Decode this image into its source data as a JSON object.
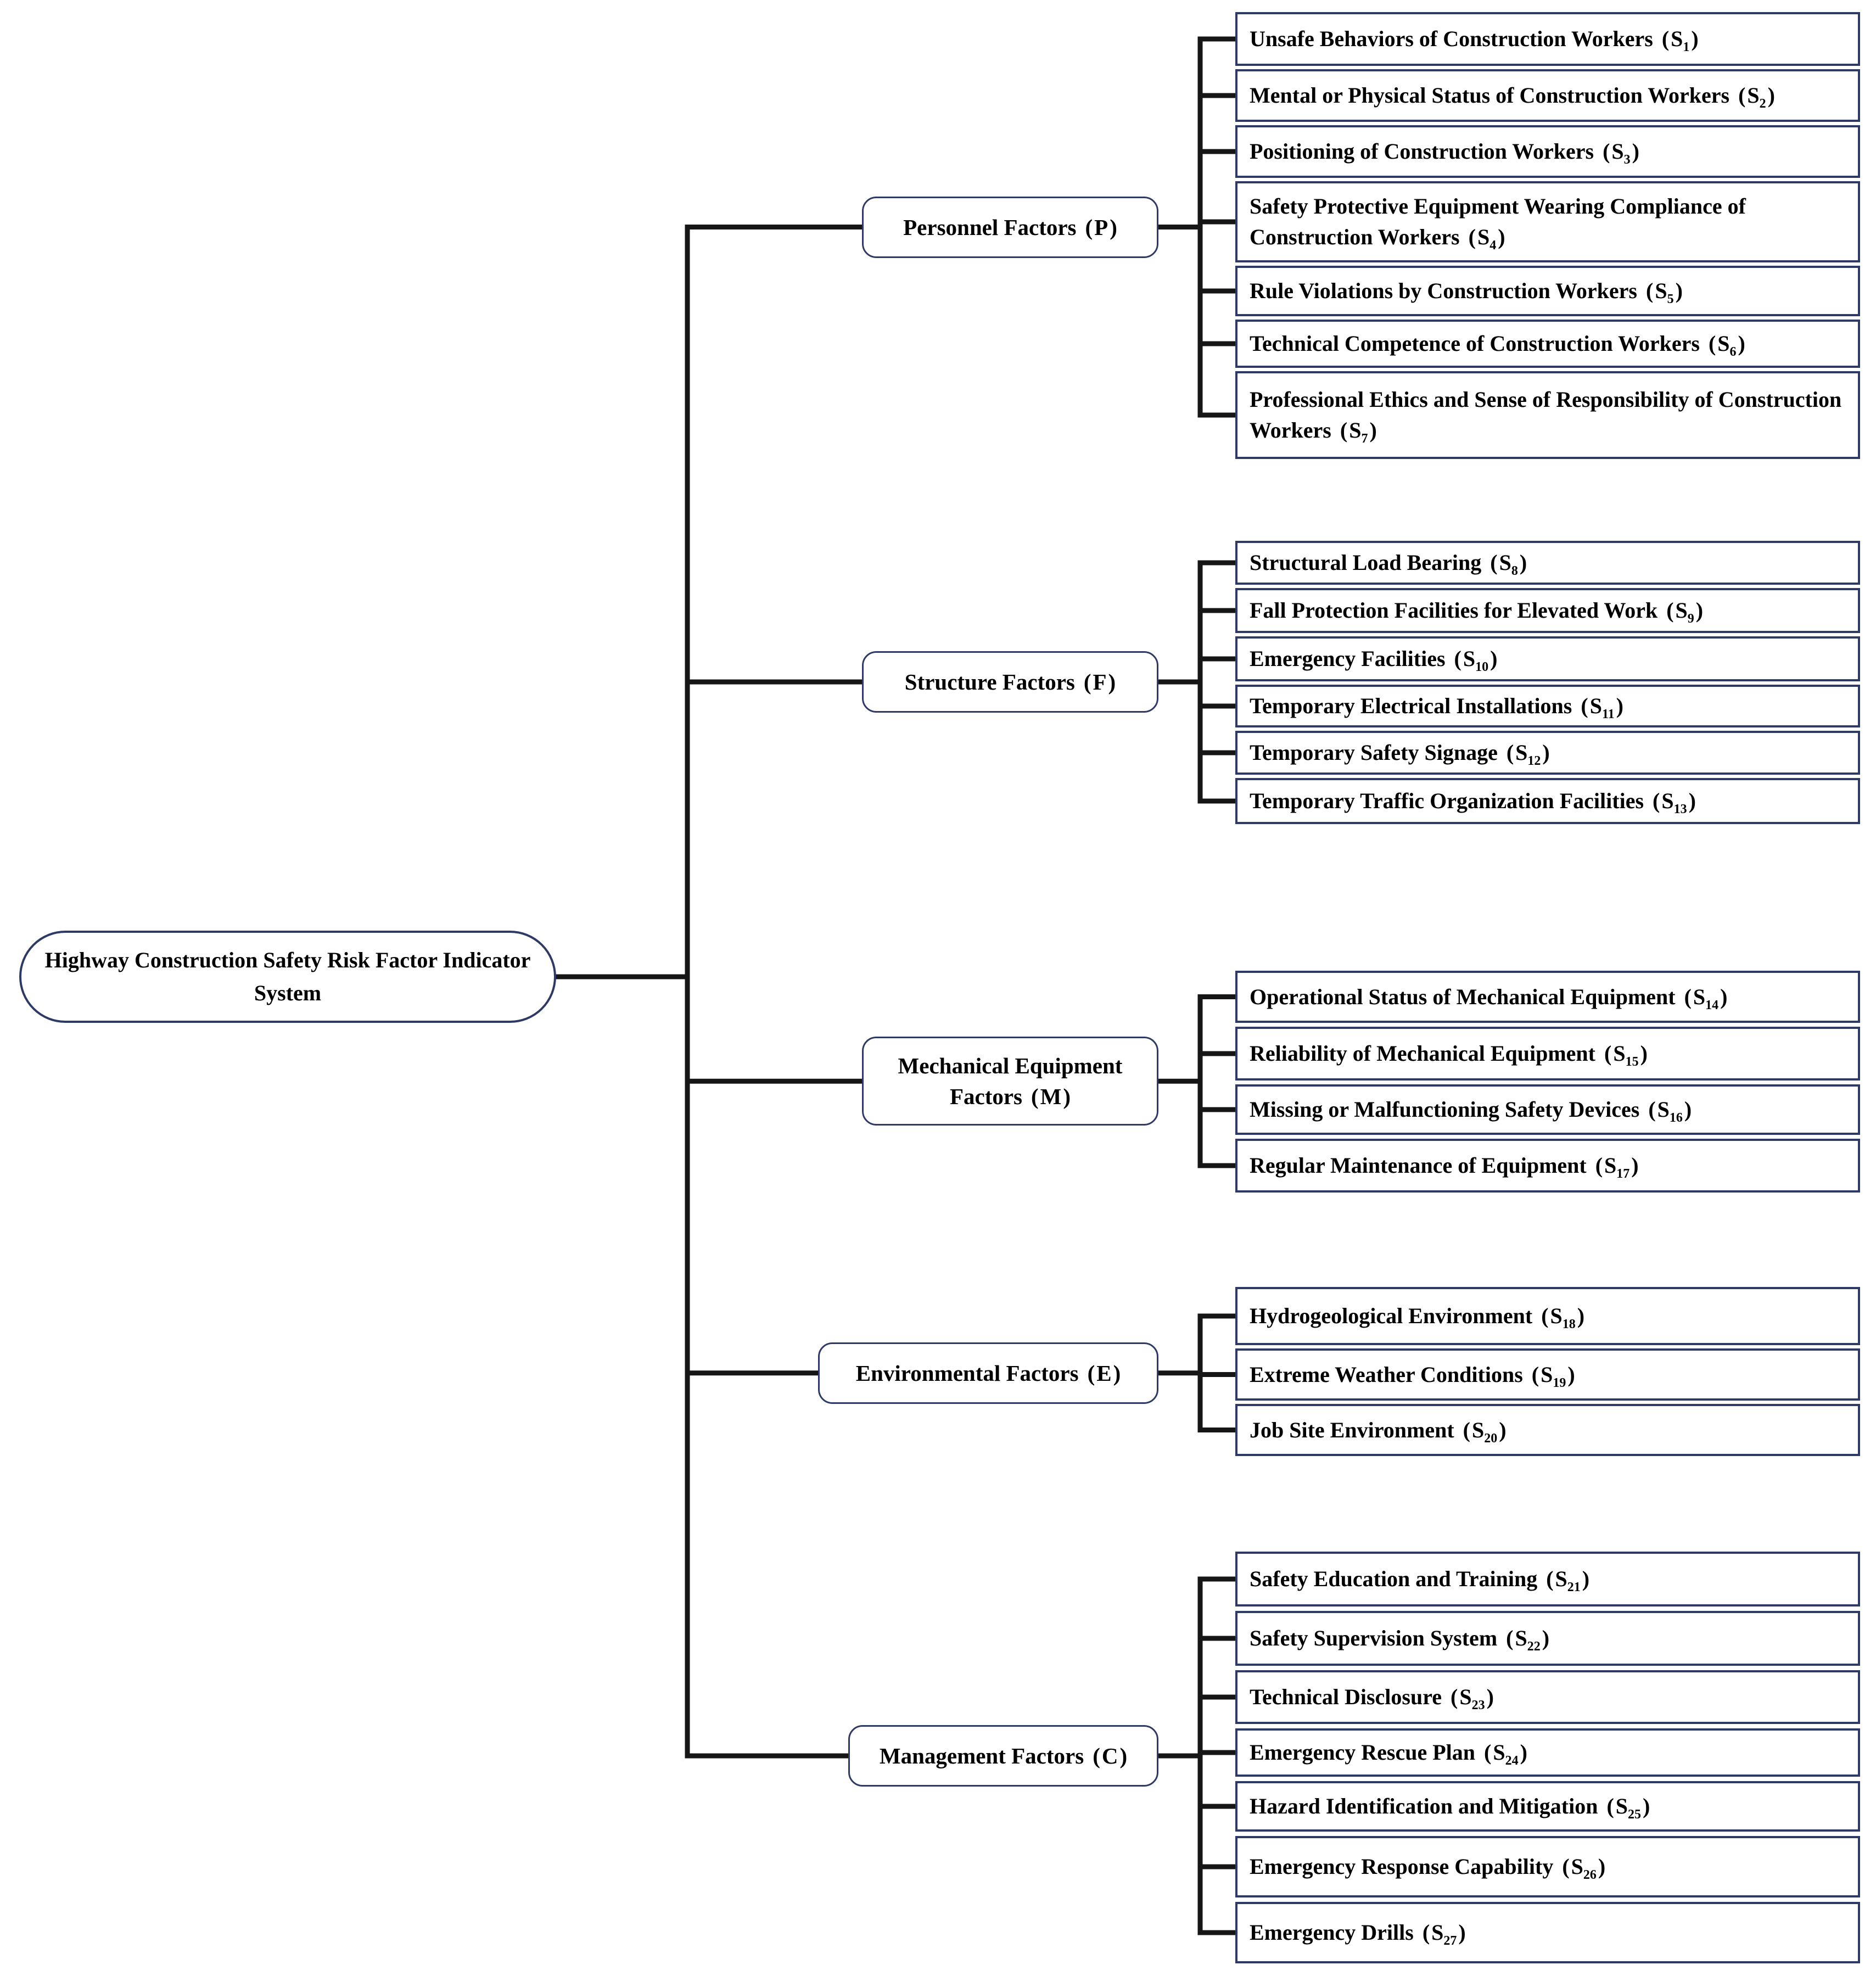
{
  "diagram": {
    "root": {
      "label": "Highway Construction Safety Risk Factor Indicator System"
    },
    "item_code": {
      "open_paren": "（",
      "letter": "S",
      "close_paren": "）"
    },
    "groups": [
      {
        "category": "Personnel Factors",
        "code": "P",
        "items": [
          {
            "label": "Unsafe Behaviors of Construction Workers",
            "sub": "1"
          },
          {
            "label": "Mental or Physical Status of Construction Workers",
            "sub": "2"
          },
          {
            "label": "Positioning of Construction Workers",
            "sub": "3"
          },
          {
            "label": "Safety Protective Equipment Wearing Compliance of Construction Workers",
            "sub": "4"
          },
          {
            "label": "Rule Violations by Construction Workers",
            "sub": "5"
          },
          {
            "label": "Technical Competence of Construction Workers",
            "sub": "6"
          },
          {
            "label": "Professional Ethics and Sense of Responsibility of Construction Workers",
            "sub": "7"
          }
        ]
      },
      {
        "category": "Structure Factors",
        "code": "F",
        "items": [
          {
            "label": "Structural Load Bearing",
            "sub": "8"
          },
          {
            "label": "Fall Protection Facilities for Elevated Work",
            "sub": "9"
          },
          {
            "label": "Emergency Facilities",
            "sub": "10"
          },
          {
            "label": "Temporary Electrical Installations",
            "sub": "11"
          },
          {
            "label": "Temporary Safety Signage",
            "sub": "12"
          },
          {
            "label": "Temporary Traffic Organization Facilities",
            "sub": "13"
          }
        ]
      },
      {
        "category": "Mechanical Equipment Factors",
        "code": "M",
        "items": [
          {
            "label": "Operational Status of Mechanical Equipment",
            "sub": "14"
          },
          {
            "label": "Reliability of Mechanical Equipment",
            "sub": "15"
          },
          {
            "label": "Missing or Malfunctioning Safety Devices",
            "sub": "16"
          },
          {
            "label": "Regular Maintenance of Equipment",
            "sub": "17"
          }
        ]
      },
      {
        "category": "Environmental Factors",
        "code": "E",
        "items": [
          {
            "label": "Hydrogeological Environment",
            "sub": "18"
          },
          {
            "label": "Extreme Weather Conditions",
            "sub": "19"
          },
          {
            "label": "Job Site Environment",
            "sub": "20"
          }
        ]
      },
      {
        "category": "Management Factors",
        "code": "C",
        "items": [
          {
            "label": "Safety Education and Training",
            "sub": "21"
          },
          {
            "label": "Safety Supervision System",
            "sub": "22"
          },
          {
            "label": "Technical Disclosure",
            "sub": "23"
          },
          {
            "label": "Emergency Rescue Plan",
            "sub": "24"
          },
          {
            "label": "Hazard Identification and Mitigation",
            "sub": "25"
          },
          {
            "label": "Emergency Response Capability",
            "sub": "26"
          },
          {
            "label": "Emergency Drills",
            "sub": "27"
          }
        ]
      }
    ]
  },
  "colors": {
    "box_border": "#2e3a66",
    "connector_line": "#161616",
    "text": "#000000",
    "background": "#ffffff"
  }
}
